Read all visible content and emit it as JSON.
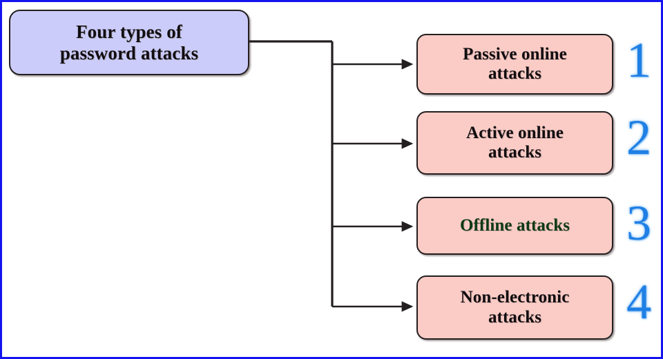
{
  "diagram": {
    "title_node": {
      "label": "Four types of\npassword attacks",
      "line1": "Four types of",
      "line2": "password attacks",
      "fill_color": "#ccccfa",
      "text_color": "#120d10"
    },
    "border_color": "#1414f0",
    "background_color": "#ffffff",
    "connector_color": "#231f20",
    "leaf_fill_color": "#fbccc6",
    "numeral_color": "#1f7fe4",
    "green_text_color": "#0d3a14",
    "branches": [
      {
        "index": "1",
        "line1": "Passive online",
        "line2": "attacks",
        "text_color": "#120d10"
      },
      {
        "index": "2",
        "line1": "Active online",
        "line2": "attacks",
        "text_color": "#120d10"
      },
      {
        "index": "3",
        "line1": "Offline attacks",
        "line2": "",
        "text_color": "#0d3a14"
      },
      {
        "index": "4",
        "line1": "Non-electronic",
        "line2": "attacks",
        "text_color": "#120d10"
      }
    ]
  }
}
